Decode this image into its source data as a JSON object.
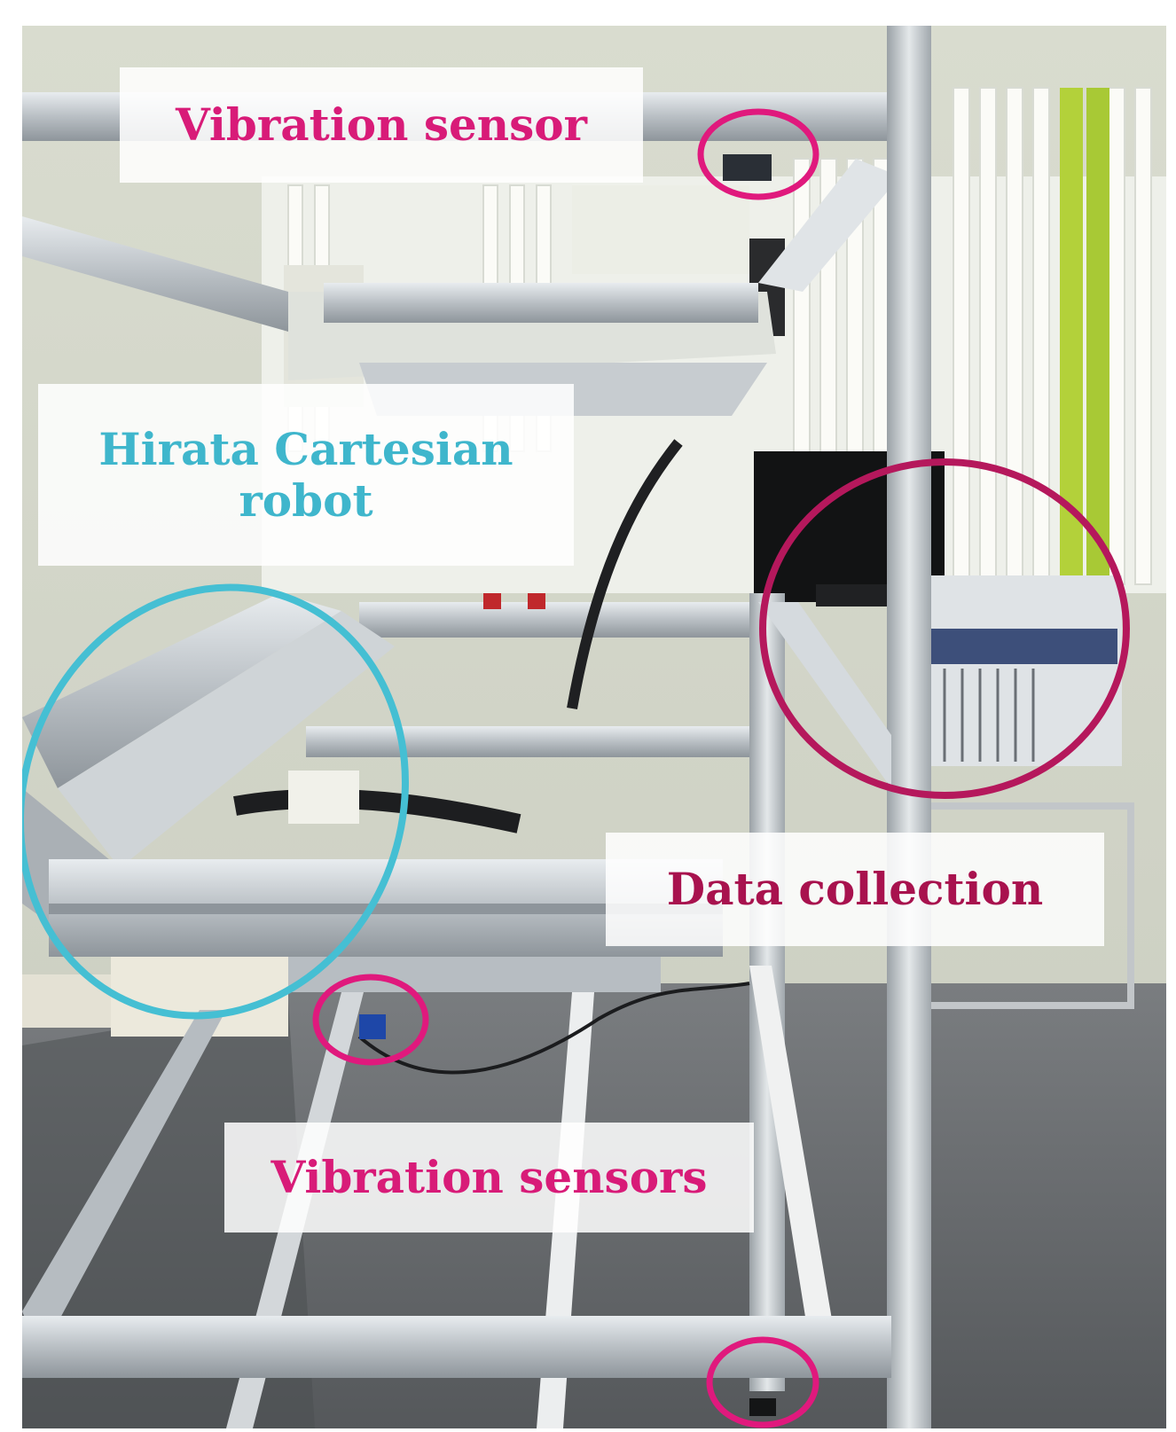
{
  "labels": {
    "vibration_sensor": "Vibration sensor",
    "robot_line1": "Hirata Cartesian",
    "robot_line2": "robot",
    "data_collection": "Data collection",
    "vibration_sensors": "Vibration sensors"
  },
  "colors": {
    "sensor_circle": "#e0197d",
    "robot_ellipse": "#45bfd3",
    "data_ellipse": "#b5185c"
  }
}
